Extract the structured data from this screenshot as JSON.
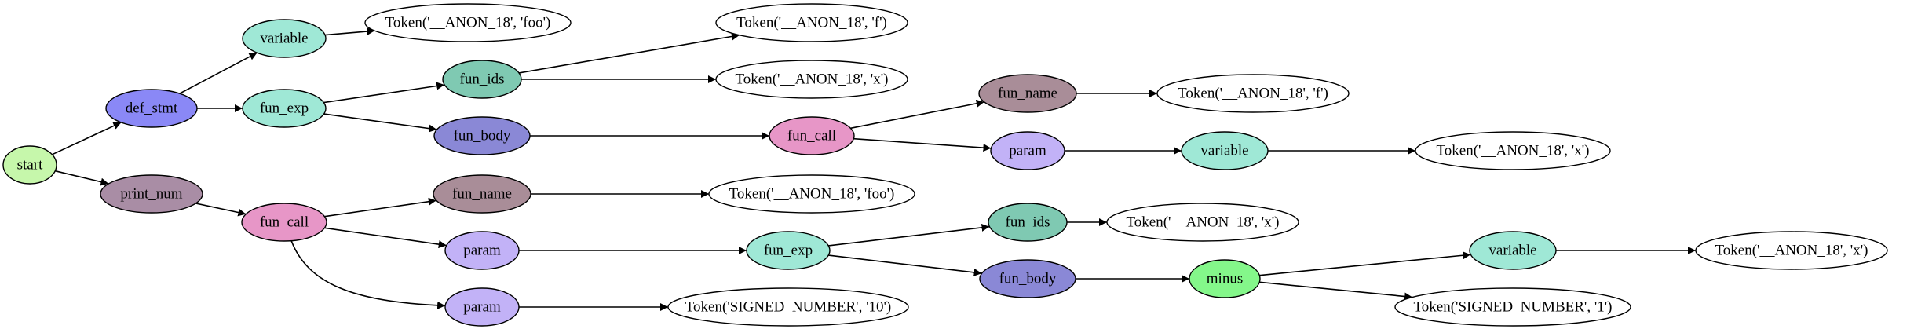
{
  "diagram": {
    "type": "parse-tree",
    "nodes": [
      {
        "id": "start",
        "label": "start",
        "color": "#c6f7ab",
        "kind": "rule"
      },
      {
        "id": "def_stmt",
        "label": "def_stmt",
        "color": "#8a88f6",
        "kind": "rule"
      },
      {
        "id": "print_num",
        "label": "print_num",
        "color": "#a98da5",
        "kind": "rule"
      },
      {
        "id": "variable_1",
        "label": "variable",
        "color": "#9fe8d6",
        "kind": "rule"
      },
      {
        "id": "fun_exp_1",
        "label": "fun_exp",
        "color": "#9fe8d6",
        "kind": "rule"
      },
      {
        "id": "tok_foo_1",
        "label": "Token('__ANON_18', 'foo')",
        "color": "#ffffff",
        "kind": "token"
      },
      {
        "id": "fun_ids_1",
        "label": "fun_ids",
        "color": "#7fc9b2",
        "kind": "rule"
      },
      {
        "id": "fun_body_1",
        "label": "fun_body",
        "color": "#8a88d6",
        "kind": "rule"
      },
      {
        "id": "tok_f_1",
        "label": "Token('__ANON_18', 'f')",
        "color": "#ffffff",
        "kind": "token"
      },
      {
        "id": "tok_x_1",
        "label": "Token('__ANON_18', 'x')",
        "color": "#ffffff",
        "kind": "token"
      },
      {
        "id": "fun_call_1",
        "label": "fun_call",
        "color": "#e796c7",
        "kind": "rule"
      },
      {
        "id": "fun_name_1",
        "label": "fun_name",
        "color": "#a98d98",
        "kind": "rule"
      },
      {
        "id": "param_1",
        "label": "param",
        "color": "#c2b2f7",
        "kind": "rule"
      },
      {
        "id": "tok_f_2",
        "label": "Token('__ANON_18', 'f')",
        "color": "#ffffff",
        "kind": "token"
      },
      {
        "id": "variable_2",
        "label": "variable",
        "color": "#9fe8d6",
        "kind": "rule"
      },
      {
        "id": "tok_x_2",
        "label": "Token('__ANON_18', 'x')",
        "color": "#ffffff",
        "kind": "token"
      },
      {
        "id": "fun_call_2",
        "label": "fun_call",
        "color": "#e796c7",
        "kind": "rule"
      },
      {
        "id": "fun_name_2",
        "label": "fun_name",
        "color": "#a98d98",
        "kind": "rule"
      },
      {
        "id": "param_2",
        "label": "param",
        "color": "#c2b2f7",
        "kind": "rule"
      },
      {
        "id": "param_3",
        "label": "param",
        "color": "#c2b2f7",
        "kind": "rule"
      },
      {
        "id": "tok_foo_2",
        "label": "Token('__ANON_18', 'foo')",
        "color": "#ffffff",
        "kind": "token"
      },
      {
        "id": "fun_exp_2",
        "label": "fun_exp",
        "color": "#9fe8d6",
        "kind": "rule"
      },
      {
        "id": "tok_10",
        "label": "Token('SIGNED_NUMBER', '10')",
        "color": "#ffffff",
        "kind": "token"
      },
      {
        "id": "fun_ids_2",
        "label": "fun_ids",
        "color": "#7fc9b2",
        "kind": "rule"
      },
      {
        "id": "fun_body_2",
        "label": "fun_body",
        "color": "#8a88d6",
        "kind": "rule"
      },
      {
        "id": "tok_x_3",
        "label": "Token('__ANON_18', 'x')",
        "color": "#ffffff",
        "kind": "token"
      },
      {
        "id": "minus",
        "label": "minus",
        "color": "#84f78a",
        "kind": "rule"
      },
      {
        "id": "variable_3",
        "label": "variable",
        "color": "#9fe8d6",
        "kind": "rule"
      },
      {
        "id": "tok_1",
        "label": "Token('SIGNED_NUMBER', '1')",
        "color": "#ffffff",
        "kind": "token"
      },
      {
        "id": "tok_x_4",
        "label": "Token('__ANON_18', 'x')",
        "color": "#ffffff",
        "kind": "token"
      }
    ],
    "edges": [
      [
        "start",
        "def_stmt"
      ],
      [
        "start",
        "print_num"
      ],
      [
        "def_stmt",
        "variable_1"
      ],
      [
        "def_stmt",
        "fun_exp_1"
      ],
      [
        "variable_1",
        "tok_foo_1"
      ],
      [
        "fun_exp_1",
        "fun_ids_1"
      ],
      [
        "fun_exp_1",
        "fun_body_1"
      ],
      [
        "fun_ids_1",
        "tok_f_1"
      ],
      [
        "fun_ids_1",
        "tok_x_1"
      ],
      [
        "fun_body_1",
        "fun_call_1"
      ],
      [
        "fun_call_1",
        "fun_name_1"
      ],
      [
        "fun_call_1",
        "param_1"
      ],
      [
        "fun_name_1",
        "tok_f_2"
      ],
      [
        "param_1",
        "variable_2"
      ],
      [
        "variable_2",
        "tok_x_2"
      ],
      [
        "print_num",
        "fun_call_2"
      ],
      [
        "fun_call_2",
        "fun_name_2"
      ],
      [
        "fun_call_2",
        "param_2"
      ],
      [
        "fun_call_2",
        "param_3"
      ],
      [
        "fun_name_2",
        "tok_foo_2"
      ],
      [
        "param_2",
        "fun_exp_2"
      ],
      [
        "param_3",
        "tok_10"
      ],
      [
        "fun_exp_2",
        "fun_ids_2"
      ],
      [
        "fun_exp_2",
        "fun_body_2"
      ],
      [
        "fun_ids_2",
        "tok_x_3"
      ],
      [
        "fun_body_2",
        "minus"
      ],
      [
        "minus",
        "variable_3"
      ],
      [
        "minus",
        "tok_1"
      ],
      [
        "variable_3",
        "tok_x_4"
      ]
    ]
  }
}
